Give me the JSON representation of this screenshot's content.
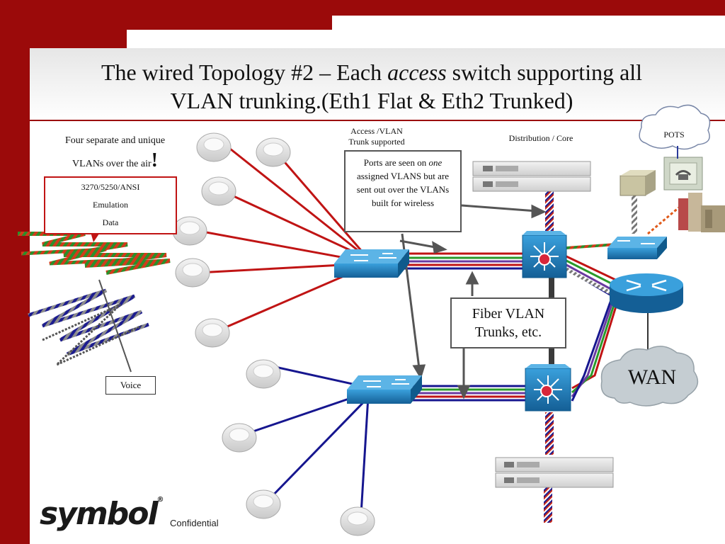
{
  "colors": {
    "brand_red": "#9b0a0a",
    "vlan_blue": "#16168f",
    "switch_blue": "#1d7fc0"
  },
  "title": {
    "line1_before": "The wired Topology #2 – Each ",
    "line1_emphasis": "access",
    "line1_after": " switch supporting all",
    "line2": "VLAN trunking.(Eth1 Flat & Eth2 Trunked)"
  },
  "labels": {
    "air_line1": "Four separate and unique",
    "air_line2": "VLANs over the air",
    "air_bang": "!",
    "access_line1": "Access /VLAN",
    "access_line2": "Trunk supported",
    "distribution": "Distribution / Core",
    "pots": "POTS",
    "wan": "WAN",
    "voice": "Voice"
  },
  "emulation_box": {
    "line1": "3270/5250/ANSI",
    "line2": "Emulation",
    "line3": "Data"
  },
  "ports_box": {
    "before": "Ports are seen on ",
    "emphasis": "one",
    "after": " assigned VLANS but are sent out over the VLANs built for wireless"
  },
  "fiber_box": {
    "line1": "Fiber VLAN",
    "line2": "Trunks, etc."
  },
  "footer": {
    "logo": "symbol",
    "registered": "®",
    "confidential": "Confidential"
  }
}
